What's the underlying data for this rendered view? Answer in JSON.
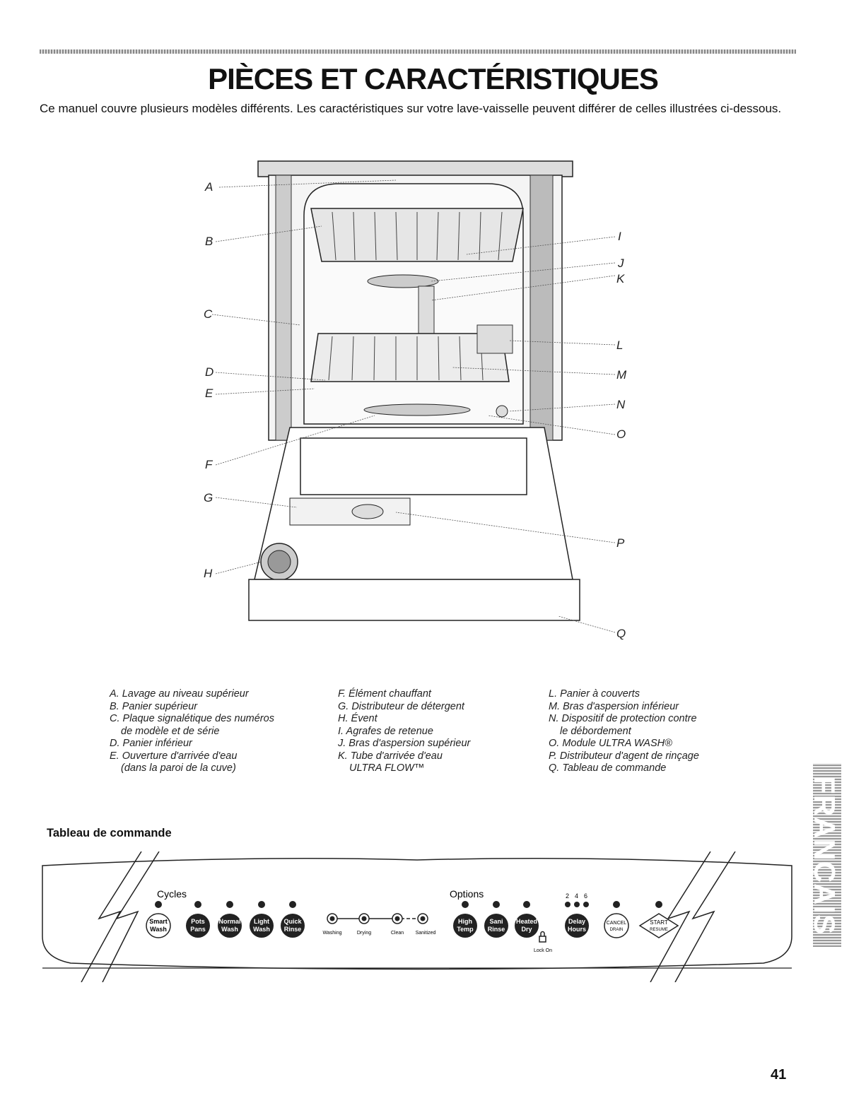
{
  "title": "PIÈCES ET CARACTÉRISTIQUES",
  "intro": "Ce manuel couvre plusieurs modèles différents. Les caractéristiques sur votre lave-vaisselle peuvent différer de celles illustrées ci-dessous.",
  "diagram_labels": [
    "A",
    "B",
    "C",
    "D",
    "E",
    "F",
    "G",
    "H",
    "I",
    "J",
    "K",
    "L",
    "M",
    "N",
    "O",
    "P",
    "Q"
  ],
  "legend": {
    "col1": [
      "A. Lavage au niveau supérieur",
      "B. Panier supérieur",
      "C. Plaque signalétique des numéros",
      "de modèle et de série",
      "D. Panier inférieur",
      "E. Ouverture d'arrivée d'eau",
      "(dans la paroi de la cuve)"
    ],
    "col2": [
      "F. Élément chauffant",
      "G. Distributeur de détergent",
      "H. Évent",
      "I. Agrafes de retenue",
      "J. Bras d'aspersion supérieur",
      "K. Tube d'arrivée d'eau",
      "ULTRA FLOW™"
    ],
    "col3": [
      "L. Panier à couverts",
      "M. Bras d'aspersion inférieur",
      "N. Dispositif de protection contre",
      "le débordement",
      "O. Module ULTRA WASH®",
      "P. Distributeur d'agent de rinçage",
      "Q. Tableau de commande"
    ]
  },
  "control_heading": "Tableau de commande",
  "panel": {
    "cycles_label": "Cycles",
    "options_label": "Options",
    "cycle_buttons": [
      [
        "Smart",
        "Wash"
      ],
      [
        "Pots",
        "Pans"
      ],
      [
        "Normal",
        "Wash"
      ],
      [
        "Light",
        "Wash"
      ],
      [
        "Quick",
        "Rinse"
      ]
    ],
    "status_lights": [
      "Washing",
      "Drying",
      "Clean",
      "Sanitized"
    ],
    "option_buttons": [
      [
        "High",
        "Temp"
      ],
      [
        "Sani",
        "Rinse"
      ],
      [
        "Heated",
        "Dry"
      ]
    ],
    "lock_label": "Lock On",
    "delay_values": [
      "2",
      "4",
      "6"
    ],
    "delay_button": [
      "Delay",
      "Hours"
    ],
    "cancel_button": [
      "CANCEL",
      "DRAIN"
    ],
    "start_button": [
      "START",
      "RESUME"
    ]
  },
  "side_tab": "FRANÇAIS",
  "page_number": "41"
}
